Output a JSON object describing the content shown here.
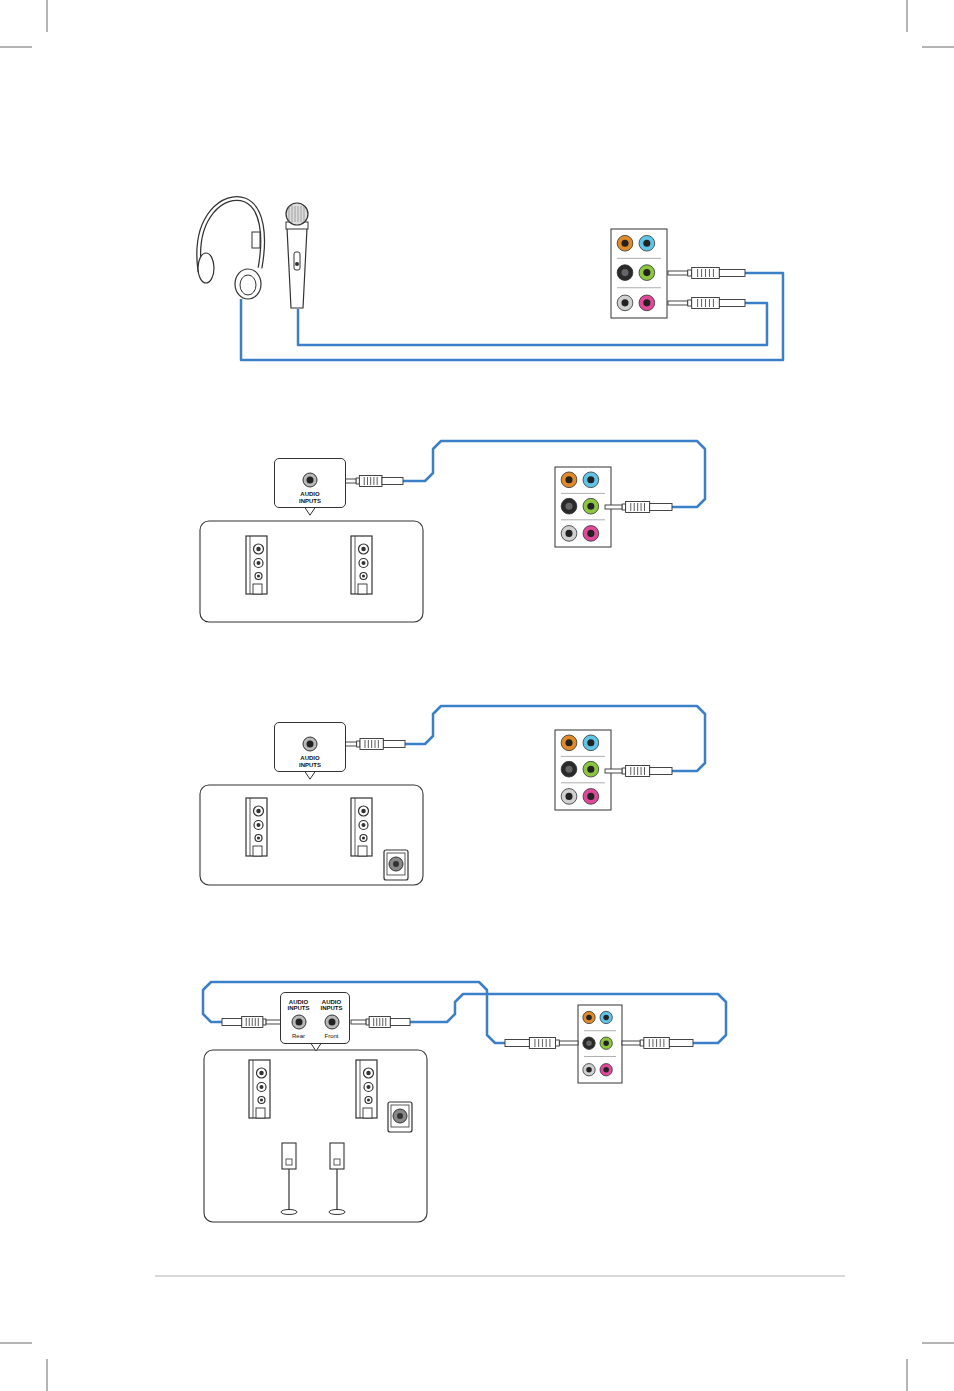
{
  "diagram": {
    "nodes": [
      {
        "text": [
          "AUDIO INPUTS"
        ]
      },
      {
        "text": [
          "AUDIO INPUTS"
        ]
      },
      {
        "text": [
          "AUDIO INPUTS",
          "AUDIO INPUTS",
          "Rear",
          "Front"
        ]
      }
    ]
  }
}
